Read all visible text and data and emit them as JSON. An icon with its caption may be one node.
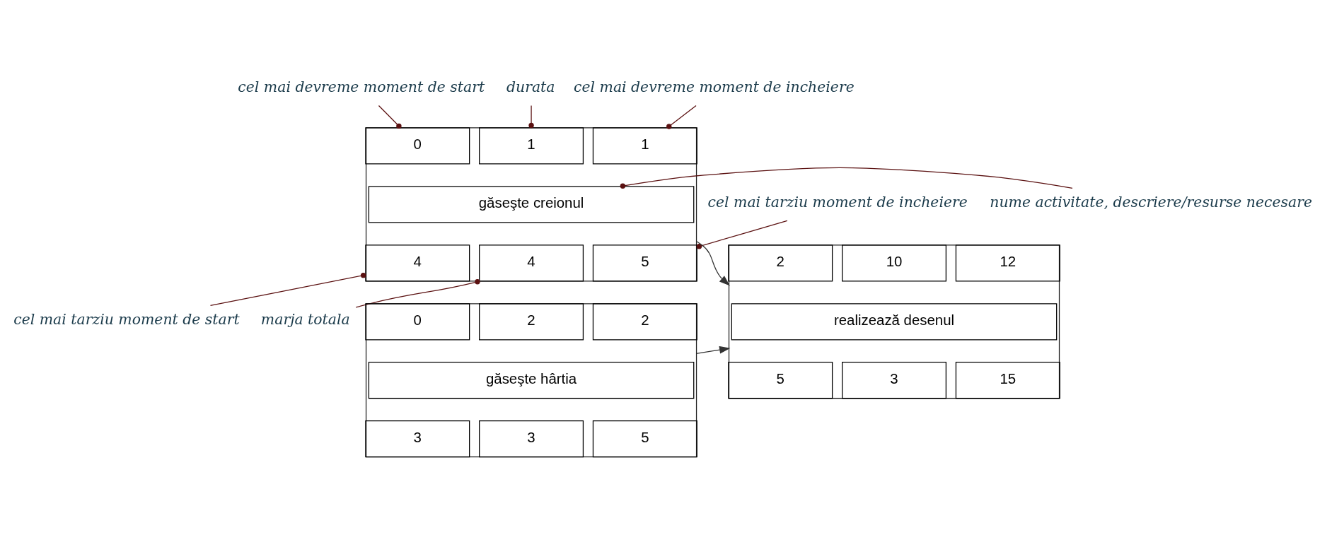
{
  "diagram": {
    "nodes": [
      {
        "text": [
          "cel mai devreme moment de start"
        ]
      },
      {
        "text": [
          "durata"
        ]
      },
      {
        "text": [
          "cel mai devreme moment de incheiere"
        ]
      },
      {
        "text": [
          "cel mai tarziu moment de incheiere"
        ]
      },
      {
        "text": [
          "nume activitate, descriere/resurse necesare"
        ]
      },
      {
        "text": [],
        "shape": "box"
      },
      {
        "text": [
          "0"
        ],
        "in": 5
      },
      {
        "text": [
          "1"
        ],
        "in": 5
      },
      {
        "text": [
          "1"
        ],
        "in": 5
      },
      {
        "text": [
          "găseşte creionul"
        ],
        "in": 5
      },
      {
        "text": [
          "4"
        ],
        "in": 5
      },
      {
        "text": [
          "4"
        ],
        "in": 5
      },
      {
        "text": [
          "5"
        ],
        "in": 5
      },
      {
        "text": [
          "cel mai tarziu moment de start"
        ]
      },
      {
        "text": [
          "marja totala"
        ]
      },
      {
        "text": [],
        "shape": "box"
      },
      {
        "text": [
          "2"
        ],
        "in": 15
      },
      {
        "text": [
          "10"
        ],
        "in": 15
      },
      {
        "text": [
          "12"
        ],
        "in": 15
      },
      {
        "text": [
          "realizează desenul"
        ],
        "in": 15
      },
      {
        "text": [
          "5"
        ],
        "in": 15
      },
      {
        "text": [
          "3"
        ],
        "in": 15
      },
      {
        "text": [
          "15"
        ],
        "in": 15
      },
      {
        "text": [],
        "shape": "box"
      },
      {
        "text": [
          "0"
        ],
        "in": 23
      },
      {
        "text": [
          "2"
        ],
        "in": 23
      },
      {
        "text": [
          "2"
        ],
        "in": 23
      },
      {
        "text": [
          "găseşte hârtia"
        ],
        "in": 23
      },
      {
        "text": [
          "3"
        ],
        "in": 23
      },
      {
        "text": [
          "3"
        ],
        "in": 23
      },
      {
        "text": [
          "5"
        ],
        "in": 23
      }
    ],
    "edges": [
      {
        "from": 0,
        "to": 6,
        "arrow": "other"
      },
      {
        "from": 1,
        "to": 7,
        "arrow": "other"
      },
      {
        "from": 2,
        "to": 8,
        "arrow": "other"
      },
      {
        "from": 3,
        "to": 12,
        "arrow": "other"
      },
      {
        "from": 4,
        "to": 9,
        "arrow": "other"
      },
      {
        "from": 13,
        "to": 10,
        "arrow": "other"
      },
      {
        "from": 14,
        "to": 11,
        "arrow": "other"
      },
      {
        "from": 5,
        "to": 15,
        "arrow": "to"
      },
      {
        "from": 23,
        "to": 15,
        "arrow": "to"
      }
    ]
  }
}
